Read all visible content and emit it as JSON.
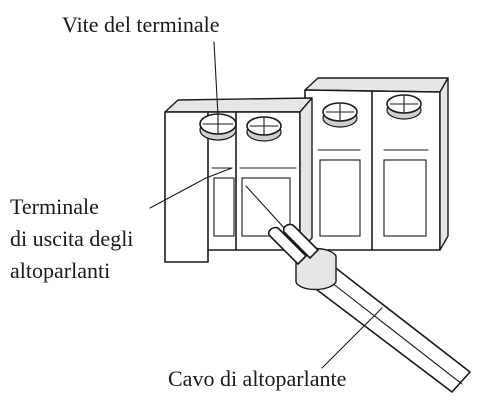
{
  "labels": {
    "screw": "Vite del terminale",
    "output_terminal_line1": "Terminale",
    "output_terminal_line2": "di uscita degli",
    "output_terminal_line3": "altoparlanti",
    "cable": "Cavo di altoparlante"
  }
}
